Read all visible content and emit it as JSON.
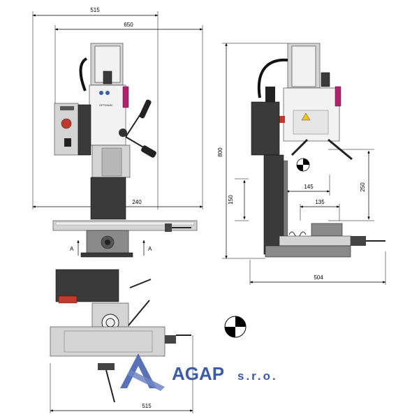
{
  "dimensions": {
    "front_top_width": "515",
    "front_overall_width": "650",
    "front_table_width": "240",
    "height_overall": "800",
    "vertical_travel": "150",
    "spindle_depth": "250",
    "throat_outer": "145",
    "throat_inner": "135",
    "side_depth": "504",
    "plan_width": "515"
  },
  "section_marks": [
    "A",
    "A"
  ],
  "machine_labels": {
    "brand": "OPTIMUM"
  },
  "company": {
    "name": "AGAP",
    "suffix": "s.r.o.",
    "color": "#3b5aa8"
  },
  "colors": {
    "accent": "#b0246e",
    "body_dark": "#3a3a3a",
    "logo_blue": "#3b5aa8"
  }
}
